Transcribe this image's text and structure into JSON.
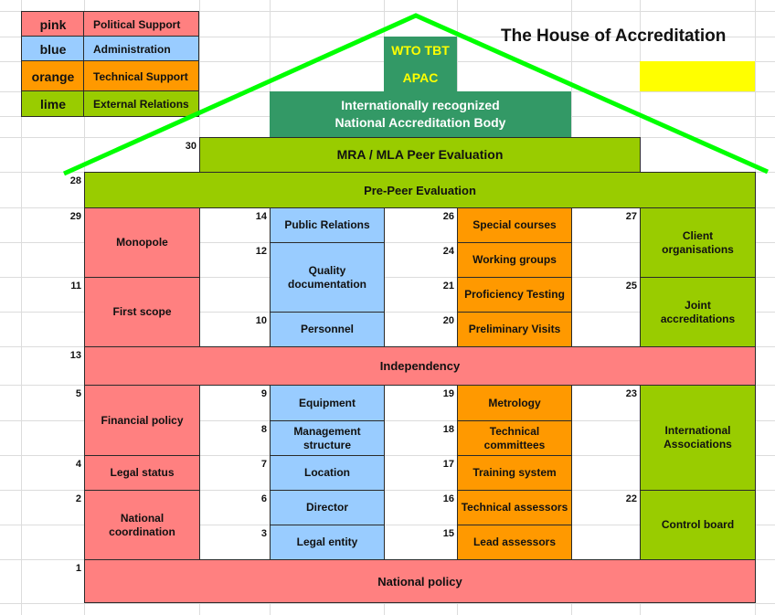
{
  "title": "The House of Accreditation",
  "legend": [
    {
      "key": "pink",
      "label": "Political Support"
    },
    {
      "key": "blue",
      "label": "Administration"
    },
    {
      "key": "orange",
      "label": "Technical Support"
    },
    {
      "key": "lime",
      "label": "External Relations"
    }
  ],
  "colors": {
    "pink": "#ff8080",
    "blue": "#99ccff",
    "orange": "#ff9900",
    "lime": "#99cc00",
    "green": "#339966",
    "roof": "#00ff00",
    "highlight": "#ffff00"
  },
  "top": {
    "wto": "WTO TBT",
    "apac": "APAC",
    "body": "Internationally recognized\nNational Accreditation Body"
  },
  "blocks": {
    "mra": {
      "n": "30",
      "t": "MRA / MLA Peer Evaluation"
    },
    "pre": {
      "n": "28",
      "t": "Pre-Peer Evaluation"
    },
    "monopole": {
      "n": "29",
      "t": "Monopole"
    },
    "first": {
      "n": "11",
      "t": "First scope"
    },
    "pr": {
      "n": "14",
      "t": "Public Relations"
    },
    "qd": {
      "n": "12",
      "t": "Quality\ndocumentation"
    },
    "personnel": {
      "n": "10",
      "t": "Personnel"
    },
    "special": {
      "n": "26",
      "t": "Special courses"
    },
    "working": {
      "n": "24",
      "t": "Working groups"
    },
    "proficiency": {
      "n": "21",
      "t": "Proficiency Testing"
    },
    "prelim": {
      "n": "20",
      "t": "Preliminary Visits"
    },
    "client": {
      "n": "27",
      "t": "Client\norganisations"
    },
    "joint": {
      "n": "25",
      "t": "Joint\naccreditations"
    },
    "indep": {
      "n": "13",
      "t": "Independency"
    },
    "financial": {
      "n": "5",
      "t": "Financial policy"
    },
    "legalstatus": {
      "n": "4",
      "t": "Legal status"
    },
    "natcoord": {
      "n": "2",
      "t": "National\ncoordination"
    },
    "equipment": {
      "n": "9",
      "t": "Equipment"
    },
    "mgmt": {
      "n": "8",
      "t": "Management\nstructure"
    },
    "location": {
      "n": "7",
      "t": "Location"
    },
    "director": {
      "n": "6",
      "t": "Director"
    },
    "legalentity": {
      "n": "3",
      "t": "Legal entity"
    },
    "metrology": {
      "n": "19",
      "t": "Metrology"
    },
    "techcomm": {
      "n": "18",
      "t": "Technical\ncommittees"
    },
    "training": {
      "n": "17",
      "t": "Training system"
    },
    "techassess": {
      "n": "16",
      "t": "Technical assessors"
    },
    "lead": {
      "n": "15",
      "t": "Lead assessors"
    },
    "intl": {
      "n": "23",
      "t": "International\nAssociations"
    },
    "control": {
      "n": "22",
      "t": "Control board"
    },
    "natpolicy": {
      "n": "1",
      "t": "National policy"
    }
  }
}
